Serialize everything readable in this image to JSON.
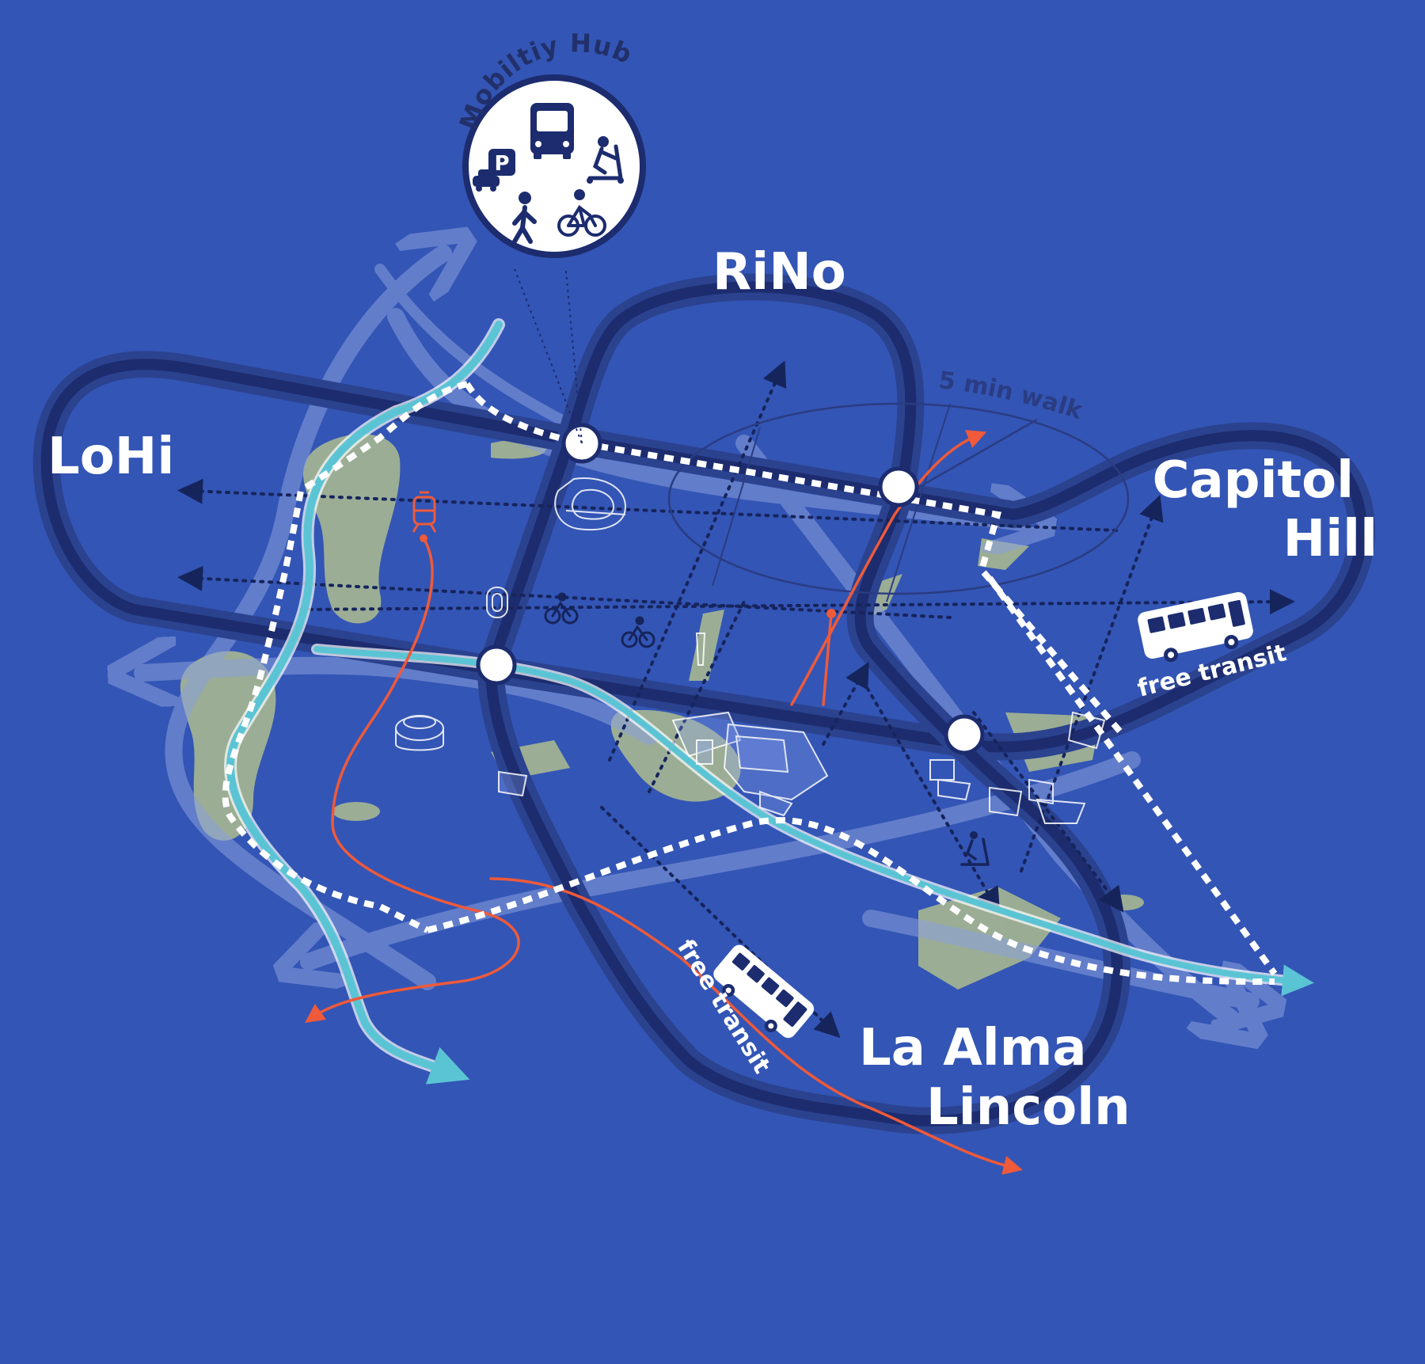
{
  "colors": {
    "background": "#3355b5",
    "loop_outer": "#2b428f",
    "loop_inner": "#1c2c6e",
    "dashed_route": "#ffffff",
    "dotted_route": "#16245c",
    "river": "#5bc4d4",
    "rail": "#ee5a3a",
    "park": "#a6b791",
    "faded_arrow": "#8a9fdc",
    "node": "#ffffff"
  },
  "labels": {
    "lohi": "LoHi",
    "rino": "RiNo",
    "capitol_line1": "Capitol",
    "capitol_line2": "Hill",
    "laalma_line1": "La Alma",
    "laalma_line2": "Lincoln",
    "free_transit_right": "free transit",
    "free_transit_bottom": "free transit",
    "walk": "5 min walk",
    "hub": "Mobiltiy Hub"
  },
  "hub": {
    "icons": [
      "bus-icon",
      "parking-icon",
      "car-icon",
      "scooter-icon",
      "pedestrian-icon",
      "bicycle-icon"
    ],
    "parking_glyph": "P"
  }
}
